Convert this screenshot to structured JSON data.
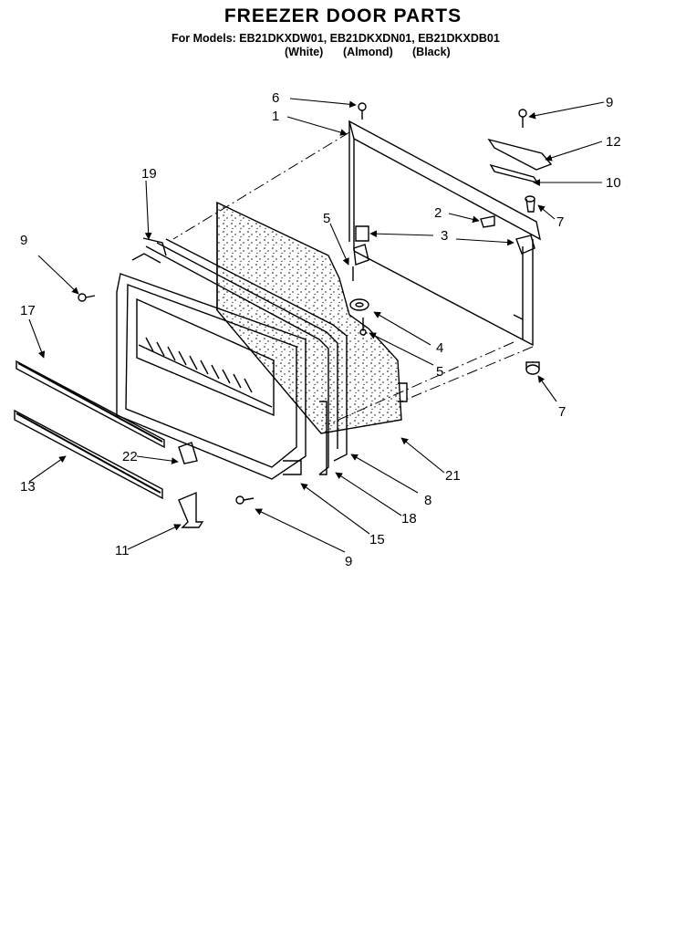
{
  "header": {
    "title": "FREEZER DOOR PARTS",
    "models": "For Models: EB21DKXDW01, EB21DKXDN01, EB21DKXDB01",
    "finishes": [
      "(White)",
      "(Almond)",
      "(Black)"
    ]
  },
  "callouts": {
    "c1": "1",
    "c2": "2",
    "c3": "3",
    "c4": "4",
    "c5a": "5",
    "c5b": "5",
    "c6": "6",
    "c7a": "7",
    "c7b": "7",
    "c8": "8",
    "c9a": "9",
    "c9b": "9",
    "c9c": "9",
    "c10": "10",
    "c11": "11",
    "c12": "12",
    "c13": "13",
    "c15": "15",
    "c17": "17",
    "c18": "18",
    "c19": "19",
    "c21": "21",
    "c22": "22"
  }
}
